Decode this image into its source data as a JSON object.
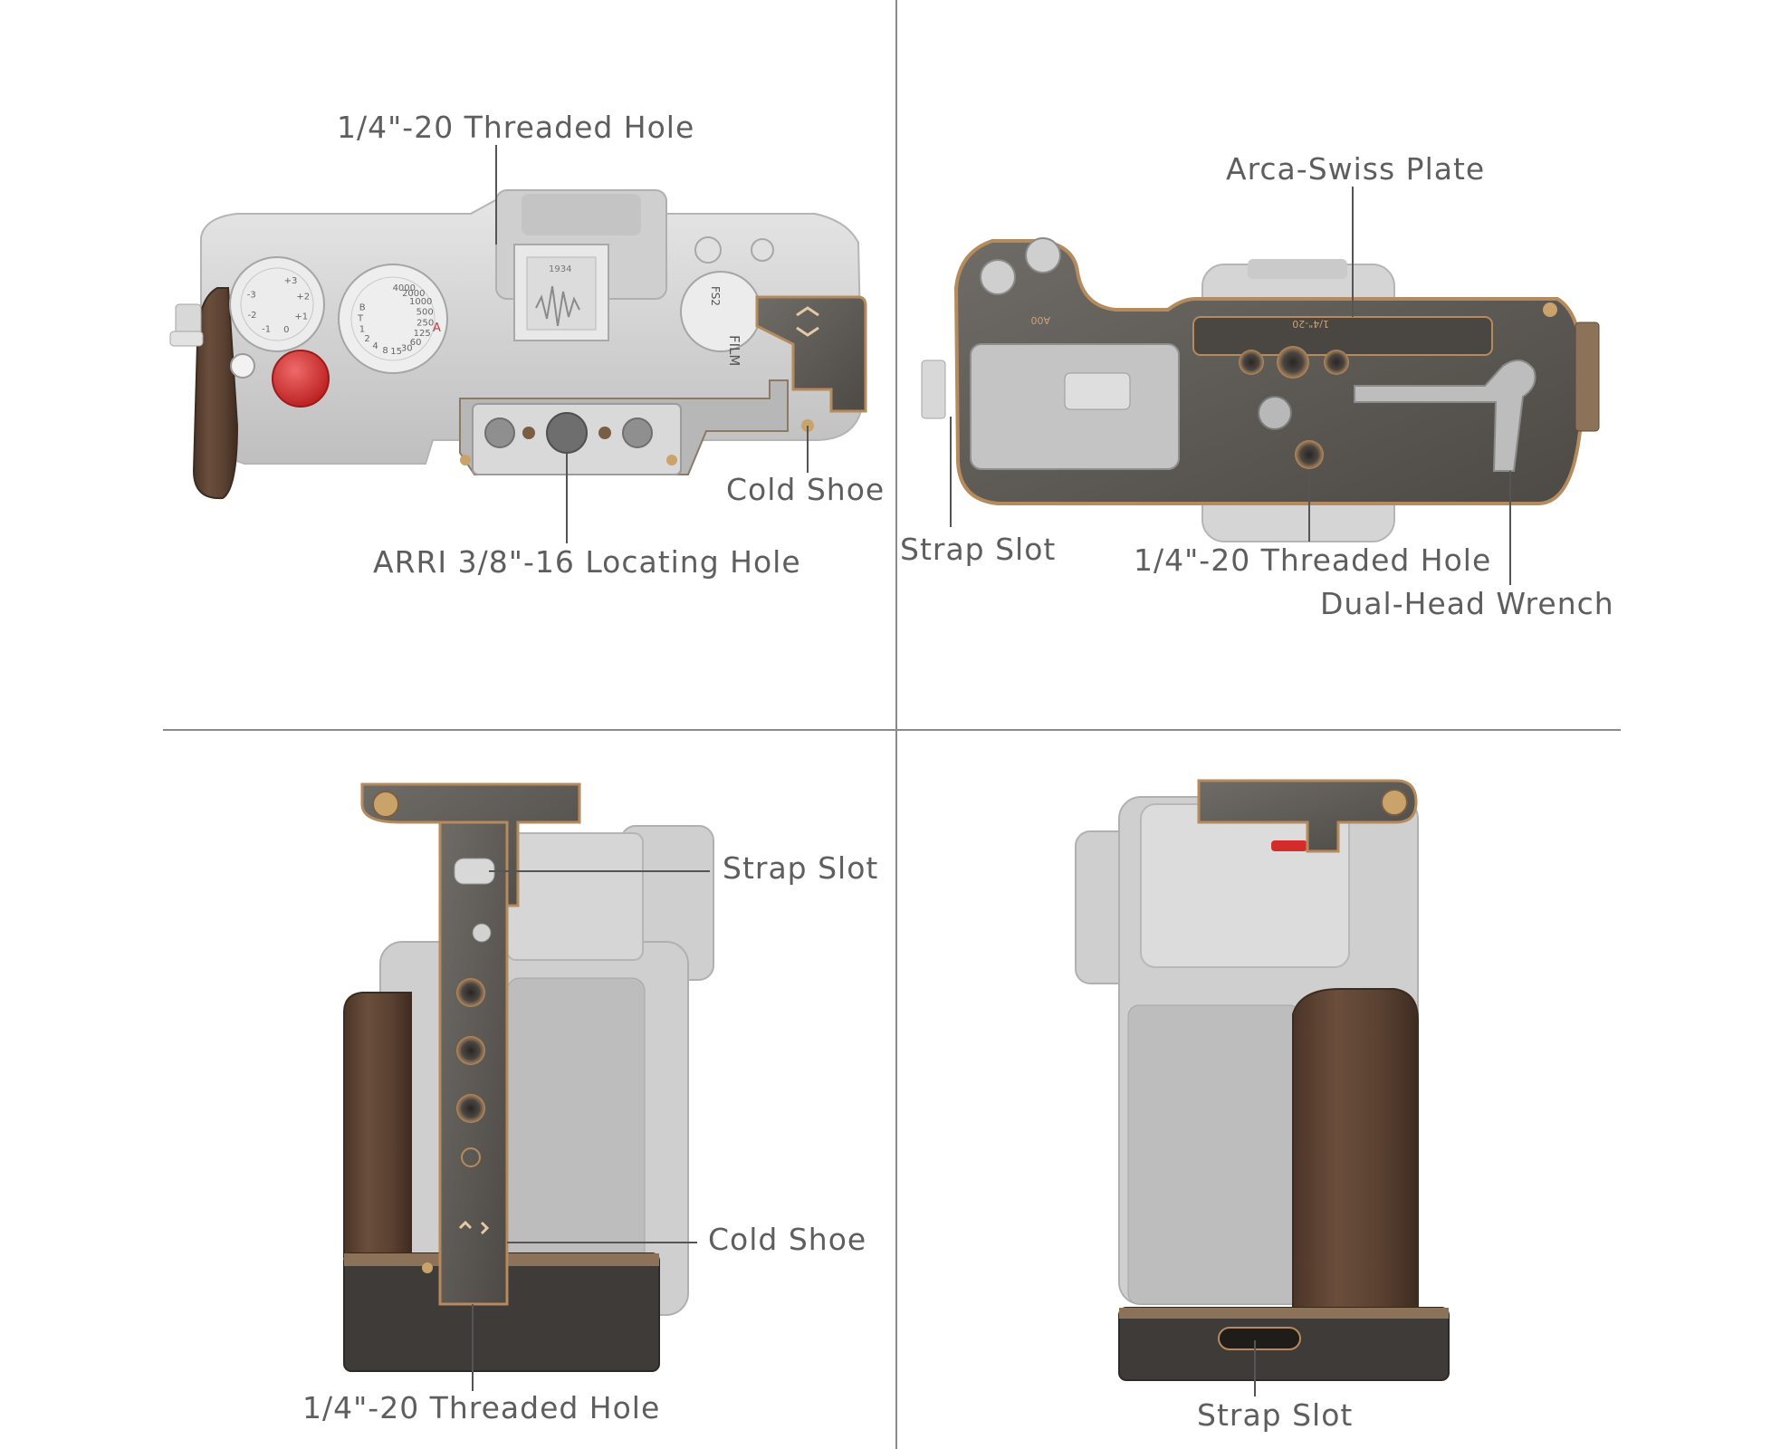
{
  "panels": {
    "top_left": {
      "labels": {
        "threaded_hole": "1/4\"-20 Threaded Hole",
        "cold_shoe": "Cold Shoe",
        "arri_hole": "ARRI 3/8\"-16 Locating Hole"
      },
      "dial_marks": {
        "shutter_speeds": [
          "4000",
          "2000",
          "1000",
          "500",
          "250",
          "125",
          "60",
          "30",
          "15",
          "8",
          "4",
          "2",
          "1",
          "T",
          "B"
        ],
        "shutter_auto": "A",
        "exposure_comp": [
          "+3",
          "+2",
          "+1",
          "0",
          "-1",
          "-2",
          "-3"
        ],
        "film_mode": "FILM",
        "function": "FS2",
        "shoe_marking": "1934"
      }
    },
    "top_right": {
      "labels": {
        "arca_plate": "Arca-Swiss Plate",
        "strap_slot": "Strap Slot",
        "threaded_hole": "1/4\"-20 Threaded Hole",
        "wrench": "Dual-Head Wrench"
      },
      "plate_marking": "1/4\"-20",
      "corner_marking": "A00"
    },
    "bottom_left": {
      "labels": {
        "strap_slot": "Strap Slot",
        "cold_shoe": "Cold Shoe",
        "threaded_hole": "1/4\"-20 Threaded Hole"
      }
    },
    "bottom_right": {
      "labels": {
        "strap_slot": "Strap Slot"
      }
    }
  },
  "colors": {
    "background": "#ffffff",
    "label_text": "#5e5e5e",
    "leader_line": "#555555",
    "divider": "#8a8a8a",
    "camera_silver": "#d4d4d4",
    "cage_metal": "#5f5c58",
    "cage_edge": "#b58a5c",
    "wood": "#5c4334",
    "shutter_button": "#d42b2b"
  }
}
